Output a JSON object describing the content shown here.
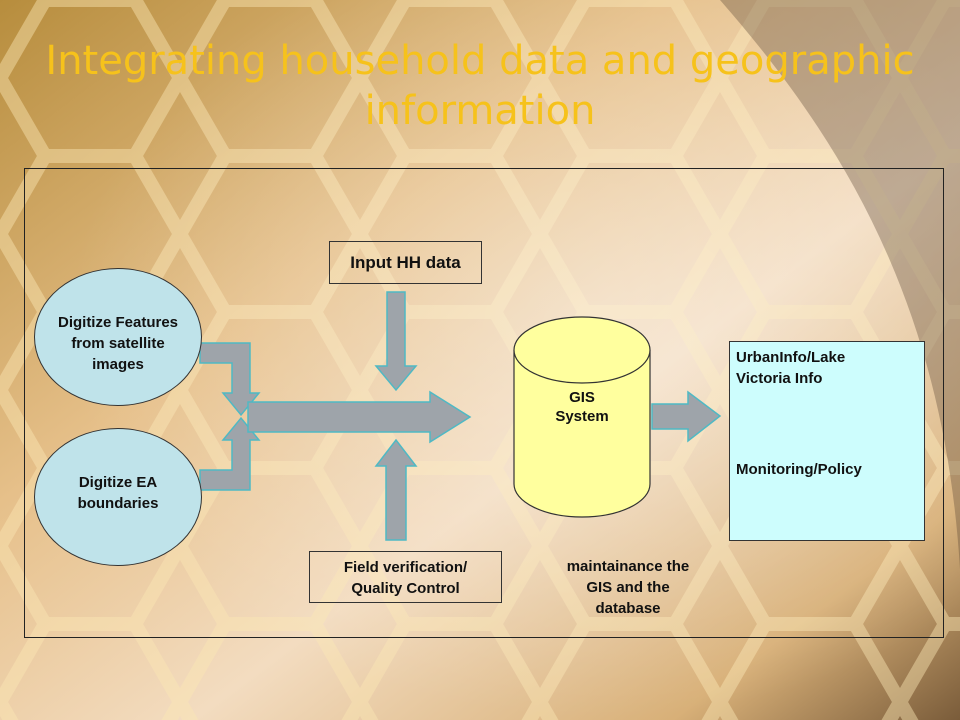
{
  "colors": {
    "title": "#f6c21b",
    "oval_fill": "#bfe3ea",
    "cylinder_fill": "#ffff9e",
    "output_fill": "#cdfdfd",
    "arrow_fill": "#9ea4aa",
    "arrow_stroke": "#4fb9c4"
  },
  "slide": {
    "title": "Integrating household data and geographic\ninformation"
  },
  "diagram": {
    "node_satellite": "Digitize Features\nfrom satellite\nimages",
    "node_ea": "Digitize EA\nboundaries",
    "node_input_hh": "Input HH data",
    "node_gis": "GIS\nSystem",
    "node_field_verification": "Field verification/\nQuality Control",
    "node_maintenance": "maintainance the\nGIS and the\ndatabase",
    "output_line1": "UrbanInfo/Lake\nVictoria Info",
    "output_line2": "Monitoring/Policy"
  }
}
